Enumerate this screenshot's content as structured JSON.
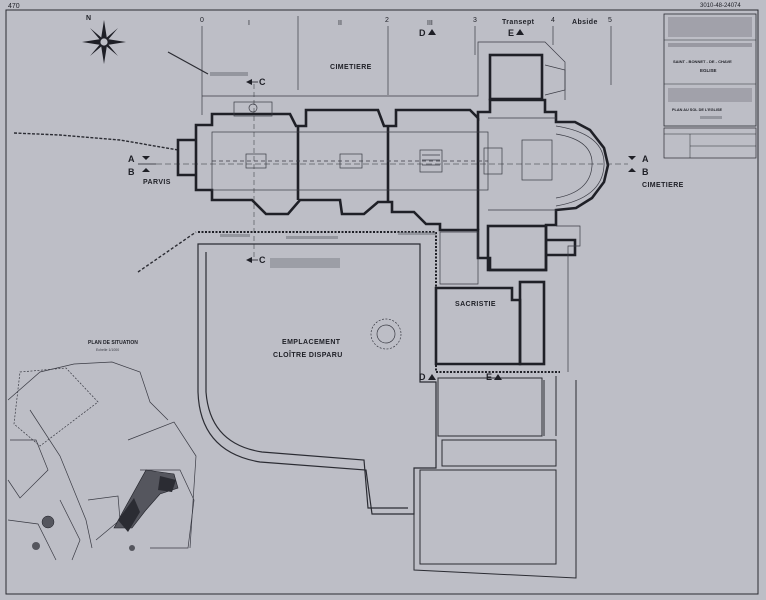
{
  "sheet": {
    "corner_number": "470",
    "reference_code": "3010-48-24074"
  },
  "compass": {
    "north_label": "N"
  },
  "bays": {
    "numbers": [
      "0",
      "I",
      "II",
      "2",
      "III",
      "3",
      "4",
      "5"
    ],
    "transept": "Transept",
    "abside": "Abside"
  },
  "sections": {
    "a": "A",
    "b": "B",
    "c": "C",
    "d": "D",
    "e": "E"
  },
  "labels": {
    "cimetiere_north": "CIMETIERE",
    "cimetiere_east": "CIMETIERE",
    "parvis": "PARVIS",
    "sacristie": "SACRISTIE",
    "cloitre_line1": "EMPLACEMENT",
    "cloitre_line2": "CLOÎTRE DISPARU",
    "plan_situation": "PLAN DE SITUATION",
    "plan_situation_scale": "Echelle 1/1000"
  },
  "title_block": {
    "commune": "SAINT - BONNET - DE - CHAVE",
    "building": "EGLISE",
    "plan_type": "PLAN AU SOL DE L'EGLISE"
  },
  "colors": {
    "paper": "#bdbec6",
    "ink": "#1e1f26",
    "fill_dark": "#55565e"
  }
}
